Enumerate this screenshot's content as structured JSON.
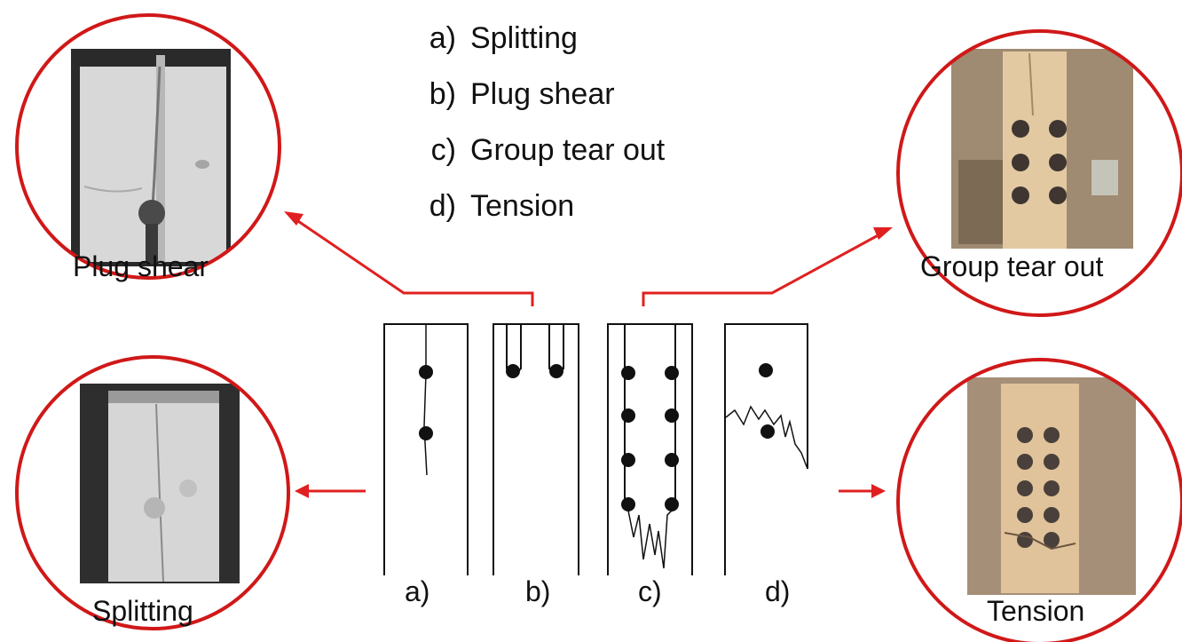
{
  "legend": [
    {
      "letter": "a)",
      "text": "Splitting"
    },
    {
      "letter": "b)",
      "text": "Plug shear"
    },
    {
      "letter": "c)",
      "text": "Group tear out"
    },
    {
      "letter": "d)",
      "text": "Tension"
    }
  ],
  "circles": {
    "plug_shear": "Plug shear",
    "splitting": "Splitting",
    "group_tear_out": "Group tear out",
    "tension": "Tension"
  },
  "diagram_labels": [
    "a)",
    "b)",
    "c)",
    "d)"
  ],
  "colors": {
    "accent": "#e02020",
    "ink": "#111111",
    "wood_gray": "#d9d9d9",
    "wood_tan": "#d8b88e",
    "bolt": "#3a3330"
  }
}
